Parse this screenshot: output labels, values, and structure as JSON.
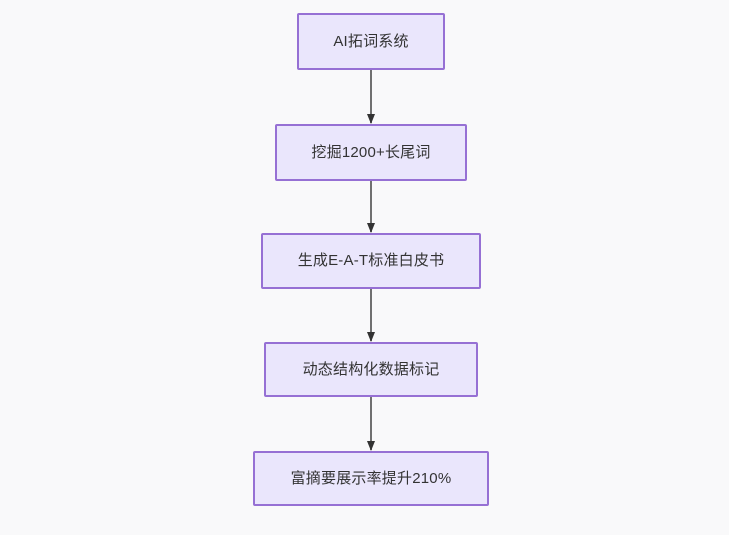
{
  "diagram": {
    "type": "flowchart",
    "direction": "top-to-bottom",
    "background_color": "#f9f9fa",
    "node_fill_color": "#eae6fc",
    "node_border_color": "#9670d4",
    "node_text_color": "#333333",
    "edge_line_color": "#707070",
    "edge_arrow_color": "#333333",
    "nodes": [
      {
        "id": "n0",
        "label": "AI拓词系统"
      },
      {
        "id": "n1",
        "label": "挖掘1200+长尾词"
      },
      {
        "id": "n2",
        "label": "生成E-A-T标准白皮书"
      },
      {
        "id": "n3",
        "label": "动态结构化数据标记"
      },
      {
        "id": "n4",
        "label": "富摘要展示率提升210%"
      }
    ],
    "edges": [
      {
        "from": "n0",
        "to": "n1",
        "label": ""
      },
      {
        "from": "n1",
        "to": "n2",
        "label": ""
      },
      {
        "from": "n2",
        "to": "n3",
        "label": ""
      },
      {
        "from": "n3",
        "to": "n4",
        "label": ""
      }
    ]
  }
}
